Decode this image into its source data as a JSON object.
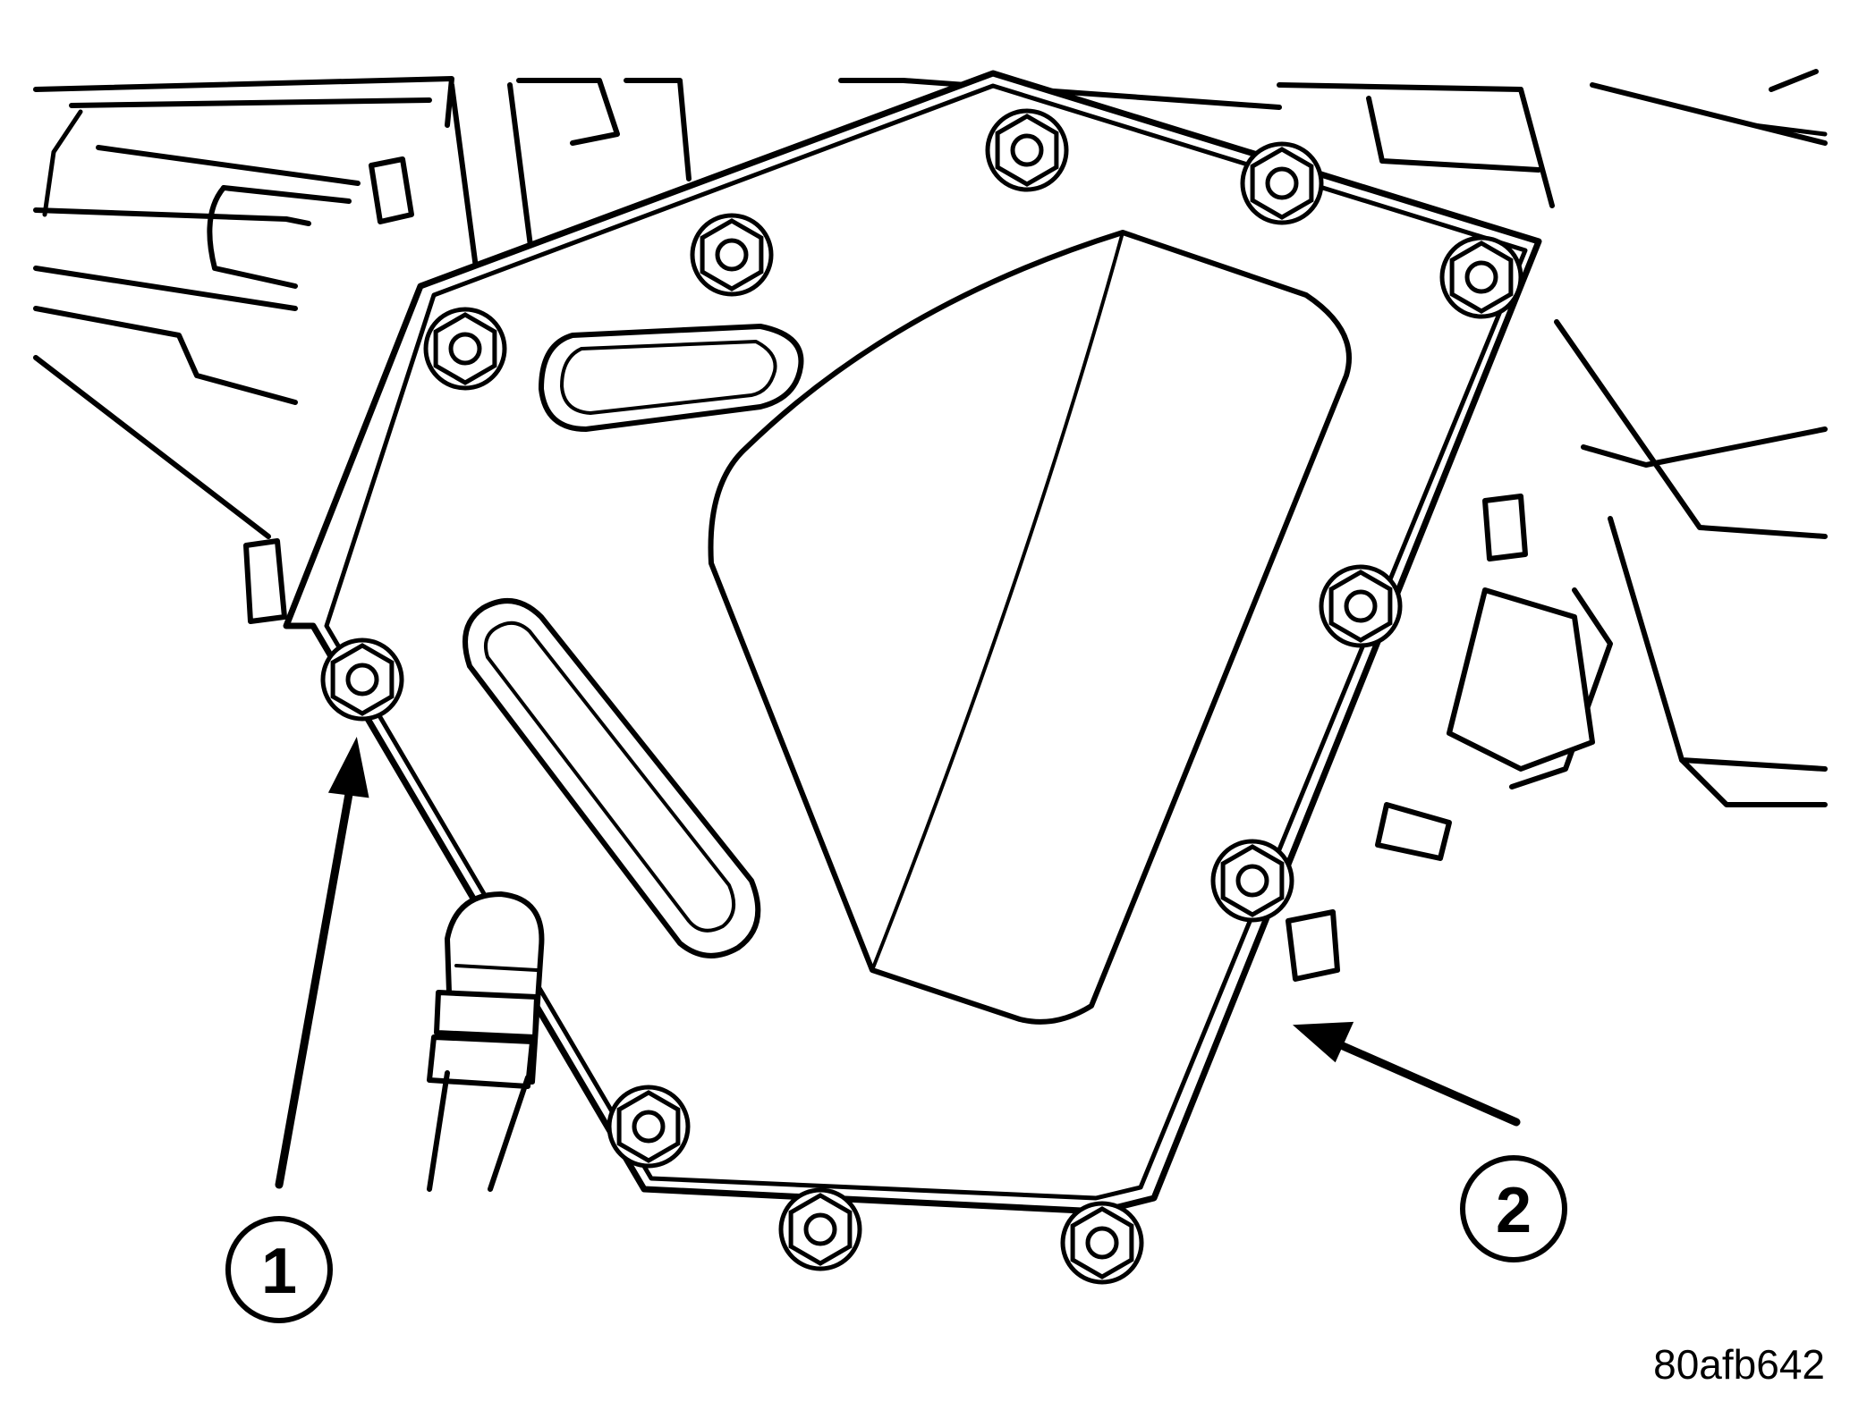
{
  "callouts": [
    {
      "number": "1"
    },
    {
      "number": "2"
    }
  ],
  "figure_id": "80afb642",
  "colors": {
    "ink": "#000000",
    "background": "#ffffff"
  }
}
